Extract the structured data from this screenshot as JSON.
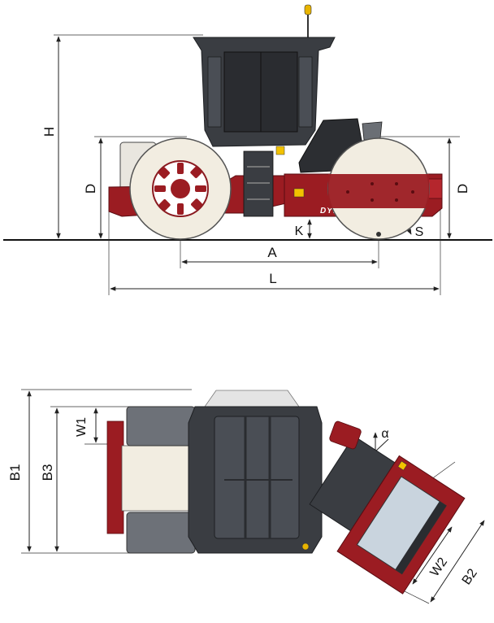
{
  "brand": {
    "logo_text": "DYNAPAC"
  },
  "colors": {
    "body_red": "#9b1c22",
    "body_red_dark": "#6e1016",
    "drum_cream": "#f2ede1",
    "cab_dark": "#3a3d42",
    "tire_gray": "#6d7178",
    "ground": "#111111",
    "beacon": "#e8b400"
  },
  "side_view": {
    "labels": {
      "height": "H",
      "drum_diameter_front": "D",
      "drum_diameter_rear": "D",
      "curb_clearance": "K",
      "wheelbase": "A",
      "length": "L",
      "edge": "S"
    }
  },
  "top_view": {
    "labels": {
      "width_b1": "B1",
      "width_b3": "B3",
      "drum_offset_w1": "W1",
      "articulation_angle": "α",
      "drum_width_w2": "W2",
      "width_b2": "B2"
    }
  }
}
